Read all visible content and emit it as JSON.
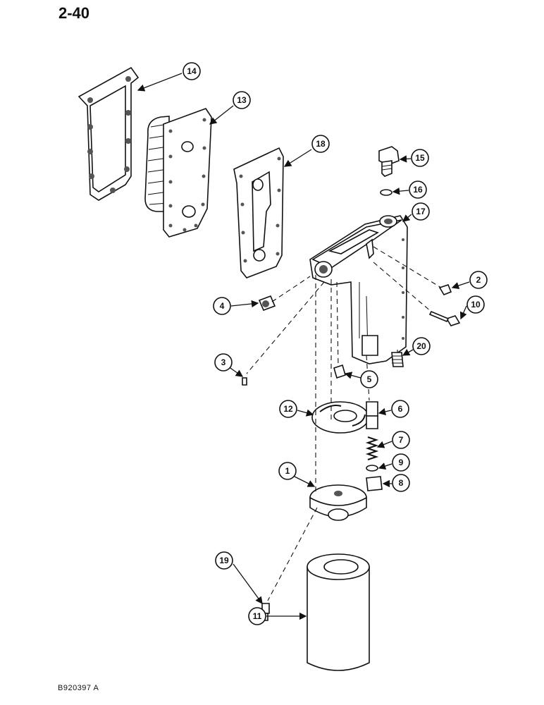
{
  "page_number": "2-40",
  "figure_ref": "B920397 A",
  "callouts": [
    "1",
    "2",
    "3",
    "4",
    "5",
    "6",
    "7",
    "8",
    "9",
    "10",
    "11",
    "12",
    "13",
    "14",
    "15",
    "16",
    "17",
    "18",
    "19",
    "20"
  ]
}
